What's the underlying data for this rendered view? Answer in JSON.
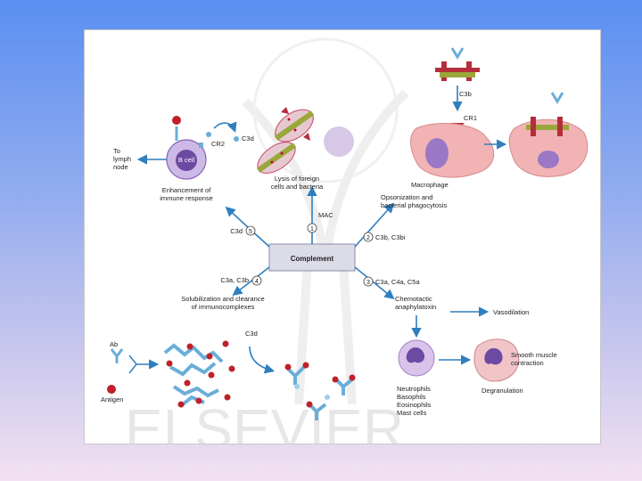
{
  "diagram": {
    "center": "Complement",
    "steps": {
      "s1": {
        "num": "1",
        "label": "MAC",
        "outcome": [
          "Lysis of foreign",
          "cells and bacteria"
        ]
      },
      "s2": {
        "num": "2",
        "label": "C3b, C3bi",
        "outcome": [
          "Opsonization and",
          "bacterial phagocytosis"
        ]
      },
      "s3": {
        "num": "3",
        "label": "C3a, C4a, C5a",
        "outcome": [
          "Chemotactic",
          "anaphylatoxin"
        ]
      },
      "s4": {
        "num": "4",
        "label": "C3a, C3b",
        "outcome": [
          "Solubilization and clearance",
          "of immunocomplexes"
        ]
      },
      "s5": {
        "num": "5",
        "label": "C3d",
        "outcome": [
          "Enhancement of",
          "immune response"
        ]
      }
    },
    "bcell": {
      "cell": "B cell",
      "receptor": "CR2",
      "ligand": "C3d",
      "to": [
        "To",
        "lymph",
        "node"
      ]
    },
    "macrophage": {
      "ligand": "C3b",
      "receptor": "CR1",
      "cell": "Macrophage"
    },
    "vasodilation": "Vasodilation",
    "smooth_muscle": [
      "Smooth muscle",
      "contraction"
    ],
    "degranulation": "Degranulation",
    "granulocytes": [
      "Neutrophils",
      "Basophils",
      "Eosinophils",
      "Mast cells"
    ],
    "immunocomplex": {
      "ab": "Ab",
      "antigen": "Antigen",
      "ligand": "C3d"
    },
    "watermark": "ELSEVIER"
  },
  "colors": {
    "arrow": "#2f7fbf",
    "center_box": "#dcdbe8",
    "cell_purple": "#9a78c6",
    "macrophage": "#f1b3b3",
    "antibody": "#6aaed9",
    "antigen": "#c0202a"
  }
}
